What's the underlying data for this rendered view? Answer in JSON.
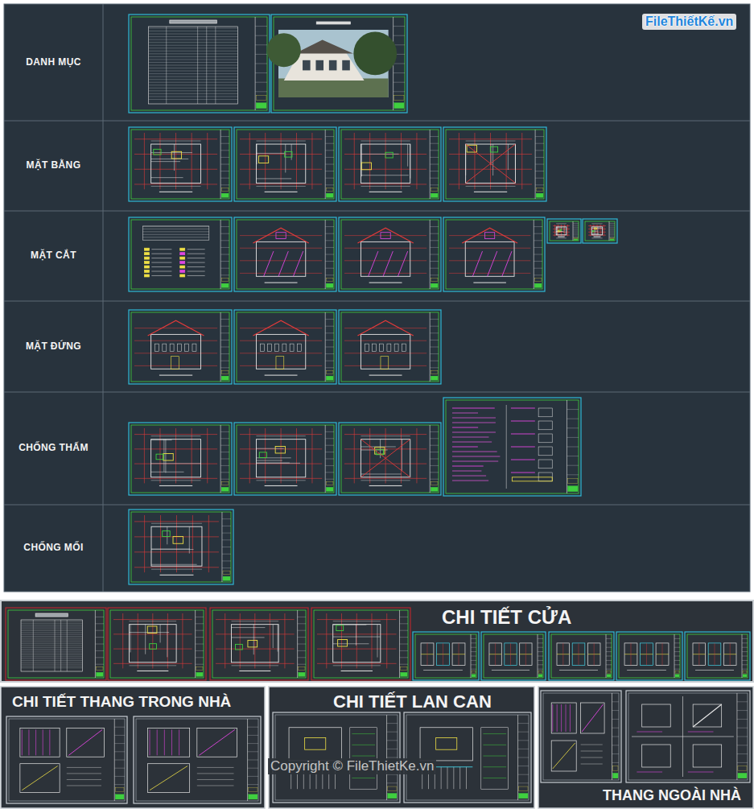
{
  "diagram": {
    "nodes": [
      {
        "text": [
          "DANH MỤC"
        ]
      },
      {
        "text": [
          "MẶT BẰNG"
        ]
      },
      {
        "text": [
          "MẶT CẮT"
        ]
      },
      {
        "text": [
          "MẶT ĐỨNG"
        ]
      },
      {
        "text": [
          "CHỐNG THẤM"
        ]
      },
      {
        "text": [
          "CHỐNG MỐI"
        ]
      },
      {
        "text": [
          "CHI TIẾT CỬA"
        ]
      },
      {
        "text": [
          "CHI TIẾT THANG TRONG NHÀ"
        ]
      },
      {
        "text": [
          "CHI TIẾT LAN CAN"
        ]
      },
      {
        "text": [
          "THANG NGOÀI NHÀ"
        ]
      }
    ],
    "labels": [
      "FileThiếtKế.vn",
      "Copyright © FileThietKe.vn"
    ]
  }
}
